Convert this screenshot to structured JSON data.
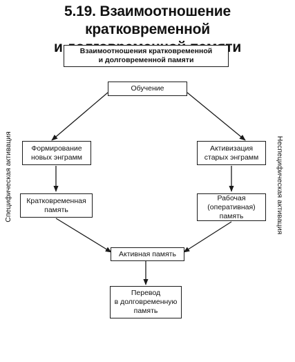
{
  "title": {
    "line1": "5.19. Взаимоотношение кратковременной",
    "line2": "и долговременной памяти"
  },
  "header_box": {
    "line1": "Взаимоотношения кратковременной",
    "line2": "и долговременной памяти"
  },
  "nodes": {
    "learning": {
      "line1": "Обучение"
    },
    "new_engrams": {
      "line1": "Формирование",
      "line2": "новых энграмм"
    },
    "old_engrams": {
      "line1": "Активизация",
      "line2": "старых энграмм"
    },
    "short_term": {
      "line1": "Кратковременная",
      "line2": "память"
    },
    "working": {
      "line1": "Рабочая",
      "line2": "(оперативная)",
      "line3": "память"
    },
    "active": {
      "line1": "Активная память"
    },
    "transfer": {
      "line1": "Перевод",
      "line2": "в долговременную",
      "line3": "память"
    }
  },
  "side_labels": {
    "left": "Специфическая активация",
    "right": "Неспецифическая активация"
  }
}
